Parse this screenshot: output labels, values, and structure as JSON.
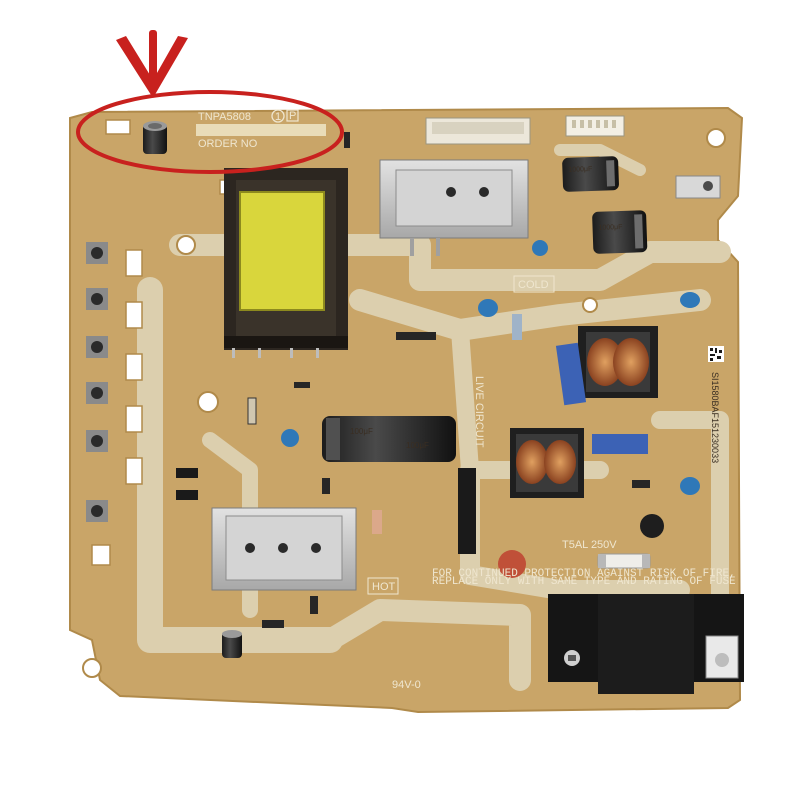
{
  "board": {
    "model_label": "TNPA5808",
    "revision_mark": "1",
    "grade_mark": "P",
    "order_label": "ORDER NO",
    "serial": "SI1580BAF151230033",
    "zone_cold": "COLD",
    "zone_hot": "HOT",
    "live_circuit": "LIVE CIRCUIT",
    "fuse_rating": "T5AL 250V",
    "warning_line1": "FOR CONTINUED PROTECTION AGAINST RISK OF FIRE,",
    "warning_line2": "REPLACE ONLY WITH SAME TYPE AND RATING OF FUSE",
    "cap_value_large": "1000μF",
    "cap_value_bulk": "100μF",
    "pcb_mark": "94V-0",
    "colors": {
      "board": "#c9a568",
      "trace": "#dccfae",
      "annotation": "#c8211e",
      "heatsink": "#c7c7c7",
      "transformer_core": "#2c2620",
      "coil_copper": "#c06a36",
      "capacitor_blue": "#2f78b8"
    }
  },
  "annotation": {
    "shape": "ellipse",
    "icon": "arrow-down-icon"
  }
}
